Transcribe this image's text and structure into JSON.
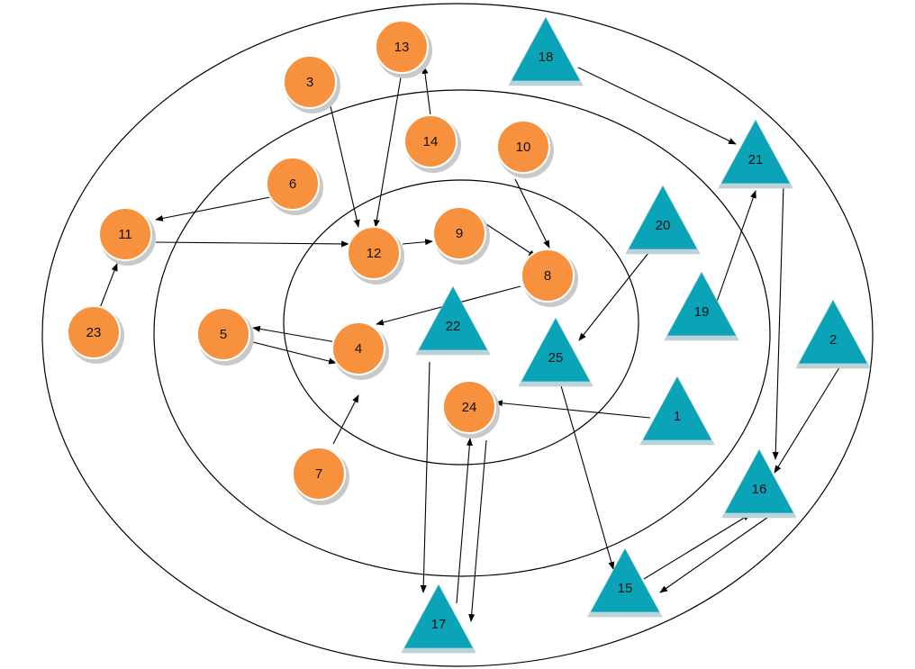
{
  "colors": {
    "circle_fill": "#f7913d",
    "circle_shadow": "#c9c9c9",
    "triangle_fill": "#0aa3b8",
    "triangle_shadow": "#b9d3d8",
    "edge": "#000000"
  },
  "nodes": [
    {
      "id": "1",
      "label": "1",
      "shape": "triangle"
    },
    {
      "id": "2",
      "label": "2",
      "shape": "triangle"
    },
    {
      "id": "3",
      "label": "3",
      "shape": "circle"
    },
    {
      "id": "4",
      "label": "4",
      "shape": "circle"
    },
    {
      "id": "5",
      "label": "5",
      "shape": "circle"
    },
    {
      "id": "6",
      "label": "6",
      "shape": "circle"
    },
    {
      "id": "7",
      "label": "7",
      "shape": "circle"
    },
    {
      "id": "8",
      "label": "8",
      "shape": "circle"
    },
    {
      "id": "9",
      "label": "9",
      "shape": "circle"
    },
    {
      "id": "10",
      "label": "10",
      "shape": "circle"
    },
    {
      "id": "11",
      "label": "11",
      "shape": "circle"
    },
    {
      "id": "12",
      "label": "12",
      "shape": "circle"
    },
    {
      "id": "13",
      "label": "13",
      "shape": "circle"
    },
    {
      "id": "14",
      "label": "14",
      "shape": "circle"
    },
    {
      "id": "15",
      "label": "15",
      "shape": "triangle"
    },
    {
      "id": "16",
      "label": "16",
      "shape": "triangle"
    },
    {
      "id": "17",
      "label": "17",
      "shape": "triangle"
    },
    {
      "id": "18",
      "label": "18",
      "shape": "triangle"
    },
    {
      "id": "19",
      "label": "19",
      "shape": "triangle"
    },
    {
      "id": "20",
      "label": "20",
      "shape": "triangle"
    },
    {
      "id": "21",
      "label": "21",
      "shape": "triangle"
    },
    {
      "id": "22",
      "label": "22",
      "shape": "triangle"
    },
    {
      "id": "23",
      "label": "23",
      "shape": "circle"
    },
    {
      "id": "24",
      "label": "24",
      "shape": "circle"
    },
    {
      "id": "25",
      "label": "25",
      "shape": "triangle"
    }
  ],
  "edges": [
    {
      "from": "3",
      "to": "12"
    },
    {
      "from": "13",
      "to": "12"
    },
    {
      "from": "14",
      "to": "13"
    },
    {
      "from": "6",
      "to": "11"
    },
    {
      "from": "11",
      "to": "12"
    },
    {
      "from": "23",
      "to": "11"
    },
    {
      "from": "12",
      "to": "9"
    },
    {
      "from": "9",
      "to": "8"
    },
    {
      "from": "10",
      "to": "8"
    },
    {
      "from": "8",
      "to": "4"
    },
    {
      "from": "4",
      "to": "5"
    },
    {
      "from": "5",
      "to": "4"
    },
    {
      "from": "7",
      "to": "4"
    },
    {
      "from": "18",
      "to": "21"
    },
    {
      "from": "19",
      "to": "21"
    },
    {
      "from": "21",
      "to": "16"
    },
    {
      "from": "2",
      "to": "16"
    },
    {
      "from": "20",
      "to": "25"
    },
    {
      "from": "25",
      "to": "15"
    },
    {
      "from": "1",
      "to": "24"
    },
    {
      "from": "22",
      "to": "17"
    },
    {
      "from": "17",
      "to": "24"
    },
    {
      "from": "24",
      "to": "17"
    },
    {
      "from": "15",
      "to": "16"
    },
    {
      "from": "16",
      "to": "15"
    }
  ]
}
